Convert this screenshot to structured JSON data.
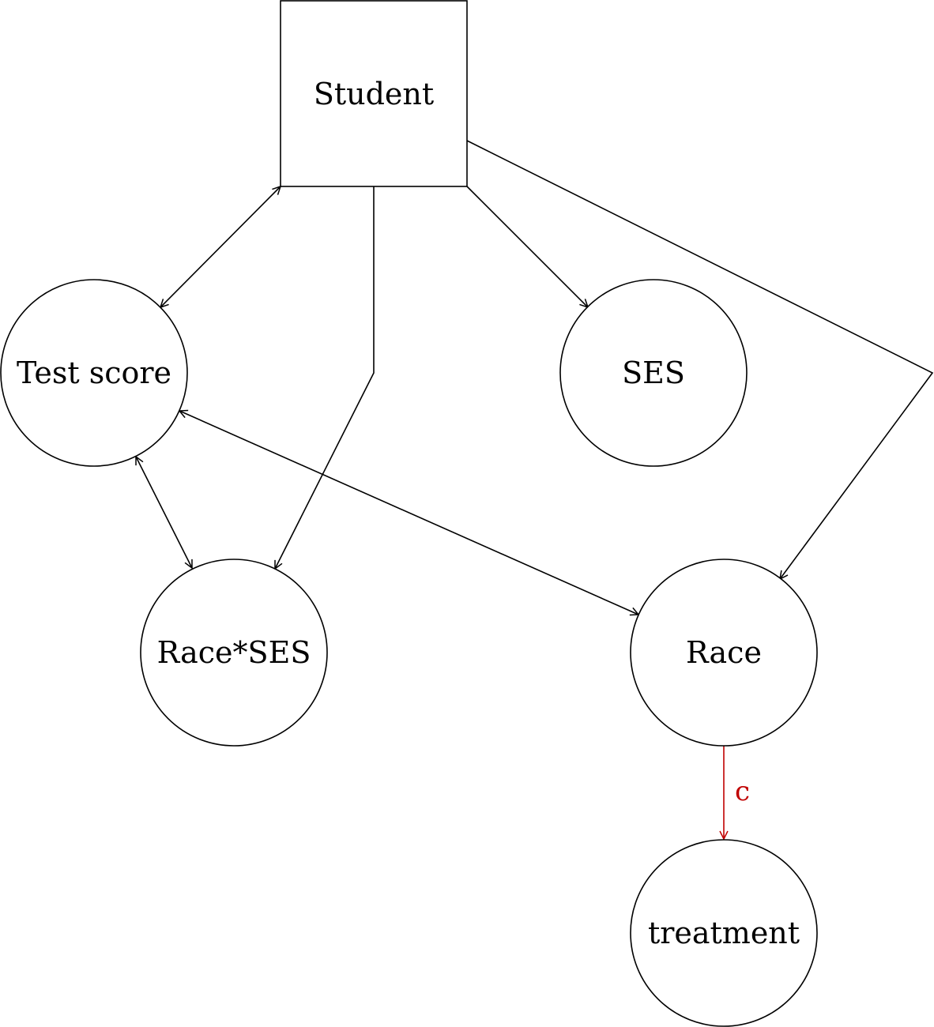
{
  "nodes": {
    "student": {
      "label": "Student",
      "shape": "square"
    },
    "test_score": {
      "label": "Test score",
      "shape": "circle"
    },
    "ses": {
      "label": "SES",
      "shape": "circle"
    },
    "race_ses": {
      "label": "Race*SES",
      "shape": "circle"
    },
    "race": {
      "label": "Race",
      "shape": "circle"
    },
    "treatment": {
      "label": "treatment",
      "shape": "circle"
    }
  },
  "edges": [
    {
      "from": "student",
      "to": "test_score",
      "style": "bidirectional"
    },
    {
      "from": "student",
      "to": "race_ses",
      "style": "directed"
    },
    {
      "from": "student",
      "to": "ses",
      "style": "directed"
    },
    {
      "from": "student",
      "to": "race",
      "style": "directed"
    },
    {
      "from": "test_score",
      "to": "race_ses",
      "style": "bidirectional"
    },
    {
      "from": "test_score",
      "to": "race",
      "style": "bidirectional"
    },
    {
      "from": "race",
      "to": "treatment",
      "style": "directed",
      "label": "c",
      "color": "#c00000"
    }
  ],
  "colors": {
    "stroke": "#000000",
    "highlight": "#c00000",
    "background": "#ffffff"
  }
}
